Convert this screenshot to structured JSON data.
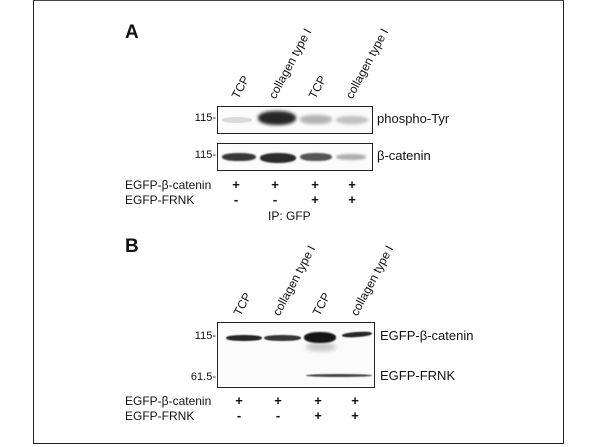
{
  "figure": {
    "panels": [
      {
        "letter": "A",
        "lane_labels": [
          "TCP",
          "collagen type I",
          "TCP",
          "collagen type I"
        ],
        "blots": [
          {
            "mw_marker": "115-",
            "label": "phospho-Tyr",
            "band_intensity": [
              0.15,
              0.95,
              0.35,
              0.3
            ]
          },
          {
            "mw_marker": "115-",
            "label": "β-catenin",
            "band_intensity": [
              0.85,
              0.9,
              0.75,
              0.35
            ]
          }
        ],
        "conditions": [
          {
            "label": "EGFP-β-catenin",
            "values": [
              "+",
              "+",
              "+",
              "+"
            ]
          },
          {
            "label": "EGFP-FRNK",
            "values": [
              "-",
              "-",
              "+",
              "+"
            ]
          }
        ],
        "footnote": "IP: GFP"
      },
      {
        "letter": "B",
        "lane_labels": [
          "TCP",
          "collagen type I",
          "TCP",
          "collagen type I"
        ],
        "blot": {
          "mw_markers": [
            "115-",
            "61.5-"
          ],
          "labels": [
            "EGFP-β-catenin",
            "EGFP-FRNK"
          ],
          "band_intensity_top": [
            0.9,
            0.85,
            1.0,
            0.9
          ],
          "band_intensity_bottom": [
            0,
            0,
            0.8,
            0.8
          ]
        },
        "conditions": [
          {
            "label": "EGFP-β-catenin",
            "values": [
              "+",
              "+",
              "+",
              "+"
            ]
          },
          {
            "label": "EGFP-FRNK",
            "values": [
              "-",
              "-",
              "+",
              "+"
            ]
          }
        ]
      }
    ]
  }
}
